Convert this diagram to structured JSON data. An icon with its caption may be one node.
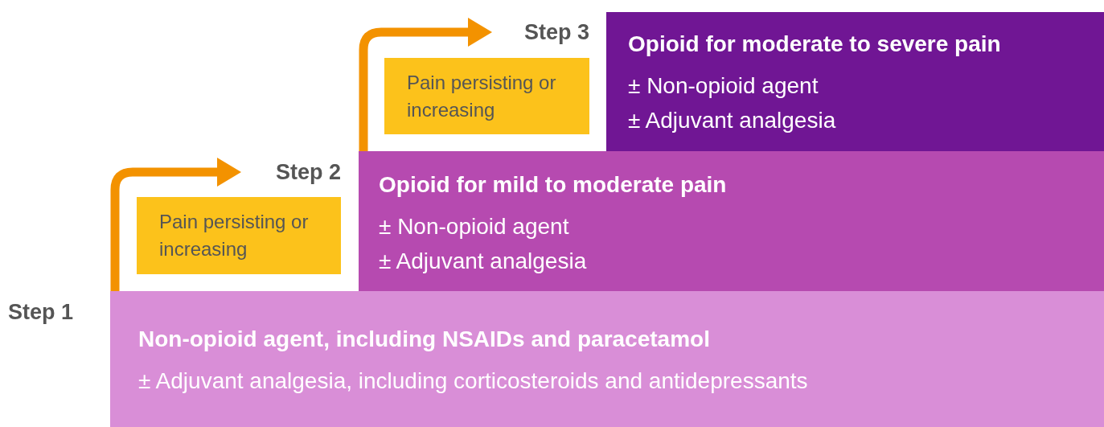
{
  "diagram": {
    "nodes": [
      {
        "text": [
          "Step 3"
        ]
      },
      {
        "text": [
          "Pain persisting or increasing"
        ]
      },
      {
        "text": [
          "Opioid for moderate to severe pain",
          "± Non-opioid agent",
          "± Adjuvant analgesia"
        ]
      },
      {
        "text": [
          "Step 2"
        ]
      },
      {
        "text": [
          "Pain persisting or increasing"
        ]
      },
      {
        "text": [
          "Opioid for mild to moderate pain",
          "± Non-opioid agent",
          "± Adjuvant analgesia"
        ]
      },
      {
        "text": [
          "Non-opioid agent, including NSAIDs and paracetamol",
          "± Adjuvant analgesia, including corticosteroids and antidepressants"
        ]
      }
    ],
    "edges": [
      {
        "from": 6,
        "to": 3,
        "arrow": "to"
      },
      {
        "from": 5,
        "to": 0,
        "arrow": "to"
      }
    ],
    "labels": [
      "Step 1"
    ]
  }
}
